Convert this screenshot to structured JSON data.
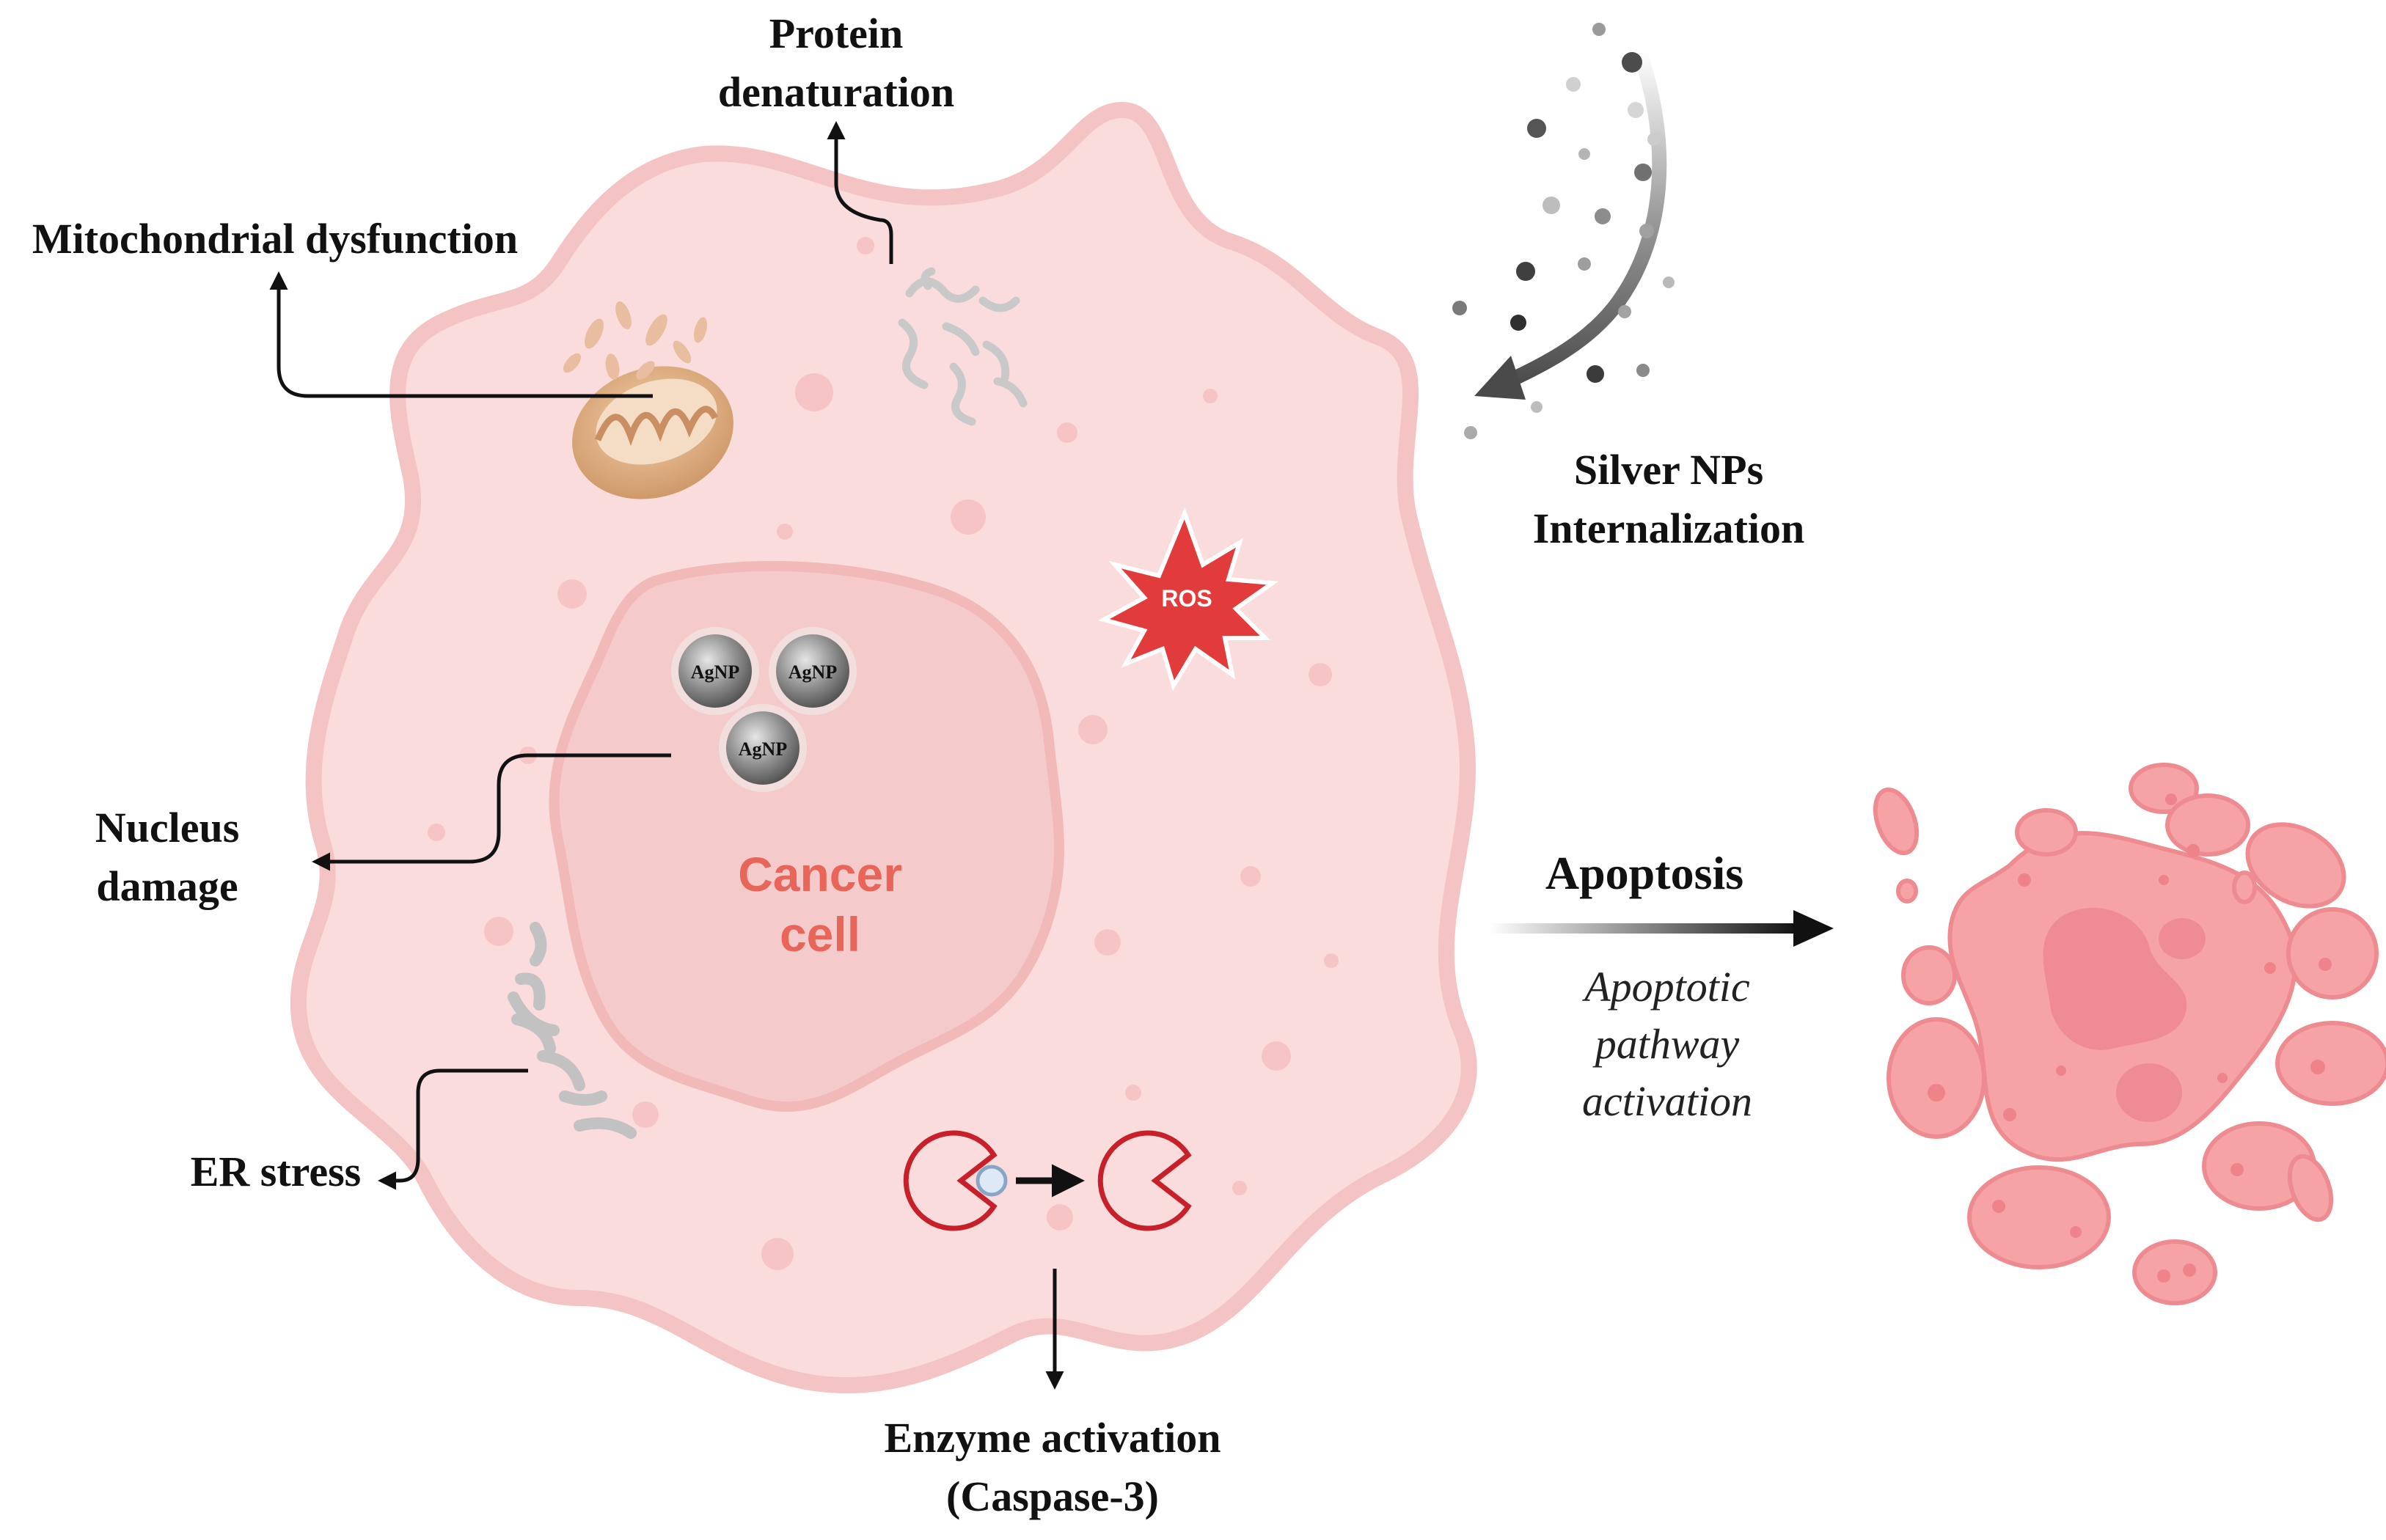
{
  "labels": {
    "protein_line1": "Protein",
    "protein_line2": "denaturation",
    "mito": "Mitochondrial dysfunction",
    "silver_line1": "Silver NPs",
    "silver_line2": "Internalization",
    "nucleus_line1": "Nucleus",
    "nucleus_line2": "damage",
    "er": "ER stress",
    "enzyme_line1": "Enzyme activation",
    "enzyme_line2": "(Caspase-3)",
    "apoptosis": "Apoptosis",
    "pathway_line1": "Apoptotic",
    "pathway_line2": "pathway",
    "pathway_line3": "activation",
    "cell_line1": "Cancer",
    "cell_line2": "cell",
    "ros": "ROS",
    "agnp_1": "AgNP",
    "agnp_2": "AgNP",
    "agnp_3": "AgNP"
  },
  "colors": {
    "cell_fill": "#fbdcdc",
    "cell_outline": "#f4c3c3",
    "nucleus_fill": "#f5caca",
    "cell_text": "#e8655a",
    "ros": "#e23b3b",
    "apoptotic_body": "#f6a3a6",
    "arrow": "#111111",
    "enzyme": "#c8202a"
  },
  "icons": {
    "mitochondrion": "mitochondrion-icon",
    "protein": "denatured-protein-icon",
    "er": "endoplasmic-reticulum-icon",
    "nanoparticles": "silver-nanoparticle-icon",
    "ros": "ros-burst-icon",
    "enzyme": "caspase-enzyme-icon",
    "apoptotic_cell": "apoptotic-cell-icon"
  }
}
